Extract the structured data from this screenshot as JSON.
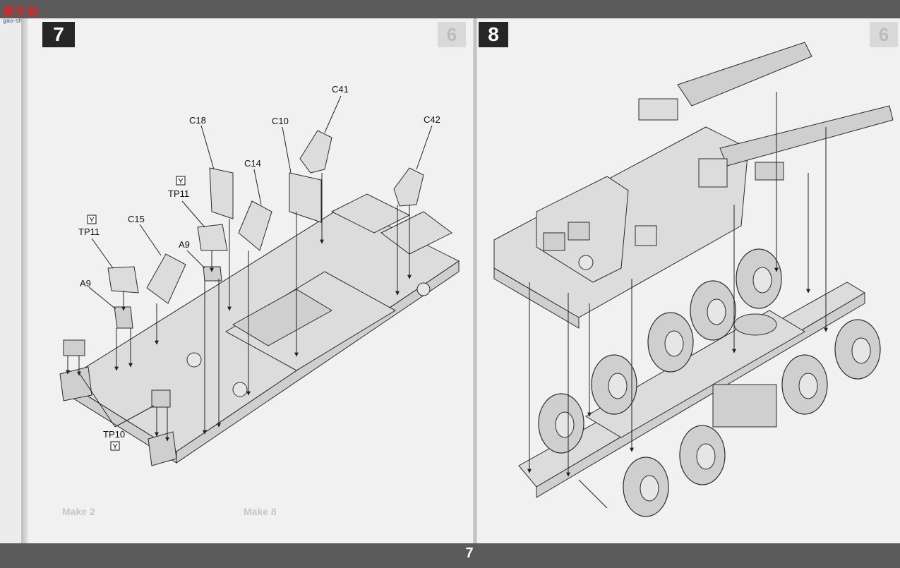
{
  "watermark": {
    "brand": "高手网",
    "url": "gao-shou.com"
  },
  "steps": [
    {
      "number": "7",
      "ghost_number": "6"
    },
    {
      "number": "8",
      "ghost_number": "6"
    }
  ],
  "step7_labels": {
    "c41": "C41",
    "c18": "C18",
    "c10": "C10",
    "c42": "C42",
    "c14": "C14",
    "tp11_upper": "TP11",
    "tp11_left": "TP11",
    "c15": "C15",
    "a9_upper": "A9",
    "a9_left": "A9",
    "tp10": "TP10"
  },
  "ghost_text": {
    "make_left": "Make 2",
    "make_right": "Make 8"
  },
  "footer": {
    "page_number": "7"
  },
  "colors": {
    "bar": "#5a5a5a",
    "badge": "#262626",
    "paper": "#f1f1f1",
    "watermark_red": "#d8262b"
  }
}
